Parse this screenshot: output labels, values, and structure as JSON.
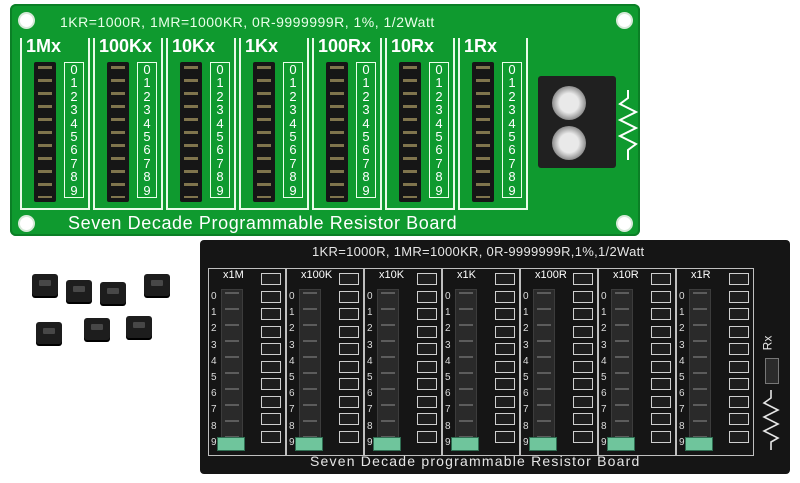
{
  "green_board": {
    "spec": "1KR=1000R,  1MR=1000KR,    0R-9999999R, 1%, 1/2Watt",
    "title": "Seven Decade Programmable Resistor Board",
    "decades": [
      "1Mx",
      "100Kx",
      "10Kx",
      "1Kx",
      "100Rx",
      "10Rx",
      "1Rx"
    ],
    "digits": [
      "0",
      "1",
      "2",
      "3",
      "4",
      "5",
      "6",
      "7",
      "8",
      "9"
    ]
  },
  "black_board": {
    "spec": "1KR=1000R,  1MR=1000KR,   0R-9999999R,1%,1/2Watt",
    "title": "Seven Decade programmable Resistor Board",
    "decades": [
      "x1M",
      "x100K",
      "x10K",
      "x1K",
      "x100R",
      "x10R",
      "x1R"
    ],
    "digits": [
      "0",
      "1",
      "2",
      "3",
      "4",
      "5",
      "6",
      "7",
      "8",
      "9"
    ],
    "rx_label": "Rx"
  },
  "icons": {
    "terminal": "screw-terminal-icon",
    "resistor": "resistor-symbol-icon",
    "jumper": "jumper-cap-icon"
  },
  "colors": {
    "green_pcb": "#0f9a2f",
    "black_pcb": "#151515",
    "jumper_green": "#6fc59c"
  }
}
